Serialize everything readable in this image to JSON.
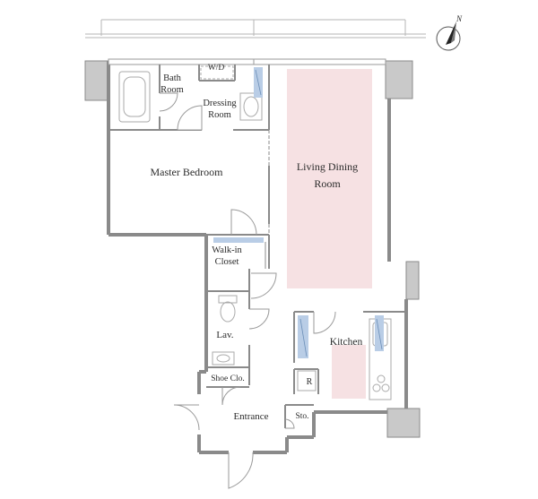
{
  "compass": {
    "north_label": "N",
    "icon": "north-arrow-icon"
  },
  "rooms": {
    "bath": [
      "Bath",
      "Room"
    ],
    "wd": "W/D",
    "dressing": [
      "Dressing",
      "Room"
    ],
    "master_bedroom": "Master Bedroom",
    "living_dining": [
      "Living Dining",
      "Room"
    ],
    "walk_in_closet": [
      "Walk-in",
      "Closet"
    ],
    "lavatory": "Lav.",
    "kitchen": "Kitchen",
    "refrigerator": "R",
    "shoe_closet": "Shoe Clo.",
    "entrance": "Entrance",
    "storage": "Sto."
  },
  "colors": {
    "wall": "#8a8a8a",
    "wall_fill": "#c9c9c9",
    "highlight": "#f6e1e3",
    "line": "#9a9a9a",
    "fixture": "#aaaaaa",
    "window_blue": "#b9cde6"
  }
}
